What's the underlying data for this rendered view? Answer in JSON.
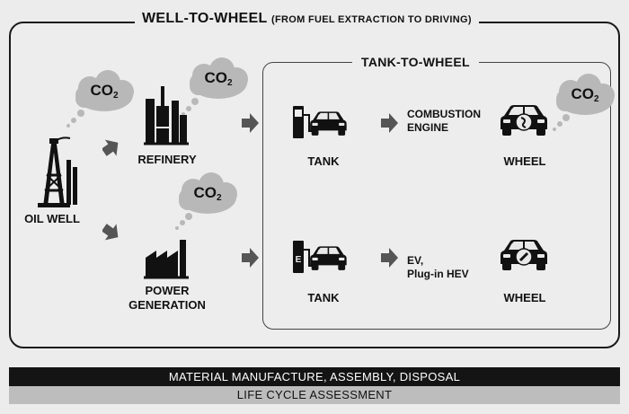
{
  "titles": {
    "well_to_wheel": "WELL-TO-WHEEL",
    "well_to_wheel_sub": "(FROM FUEL EXTRACTION TO DRIVING)",
    "tank_to_wheel": "TANK-TO-WHEEL"
  },
  "emission_label": "CO",
  "emission_subscript": "2",
  "labels": {
    "oil_well": "OIL WELL",
    "refinery": "REFINERY",
    "power_generation_line1": "POWER",
    "power_generation_line2": "GENERATION",
    "tank_top": "TANK",
    "tank_bottom": "TANK",
    "combustion_line1": "COMBUSTION",
    "combustion_line2": "ENGINE",
    "ev_line1": "EV,",
    "ev_line2": "Plug-in HEV",
    "wheel_top": "WHEEL",
    "wheel_bottom": "WHEEL",
    "ev_pump_letter": "E"
  },
  "footer": {
    "material": "MATERIAL MANUFACTURE, ASSEMBLY, DISPOSAL",
    "lca": "LIFE CYCLE ASSESSMENT"
  },
  "icons": {
    "oil_well": "oil-derrick-icon",
    "refinery": "refinery-icon",
    "power": "factory-icon",
    "fuel_pump": "fuel-pump-icon",
    "ev_charger": "ev-charger-icon",
    "car": "car-icon",
    "cloud": "cloud-icon",
    "arrow": "arrow-right-icon"
  },
  "colors": {
    "background": "#ececec",
    "cloud": "#b8b8b8",
    "arrow": "#555555",
    "footer_dark": "#141414",
    "footer_light": "#bdbdbd"
  }
}
